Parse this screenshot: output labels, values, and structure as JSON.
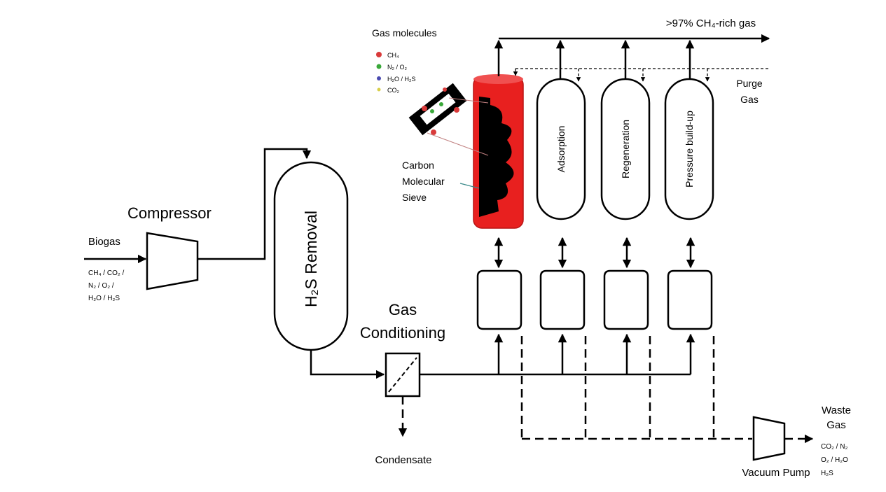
{
  "labels": {
    "biogas": "Biogas",
    "biogas_components": [
      "CH₄ / CO₂ /",
      "N₂ / O₂ /",
      "H₂O / H₂S"
    ],
    "compressor": "Compressor",
    "h2s_removal": "H₂S Removal",
    "gas_conditioning": [
      "Gas",
      "Conditioning"
    ],
    "condensate": "Condensate",
    "product_gas": ">97% CH₄-rich gas",
    "purge_gas": [
      "Purge",
      "Gas"
    ],
    "gas_molecules": "Gas molecules",
    "carbon_molecular_sieve": [
      "Carbon",
      "Molecular",
      "Sieve"
    ],
    "adsorption": "Adsorption",
    "regeneration": "Regeneration",
    "pressure_buildup": "Pressure build-up",
    "vacuum_pump": "Vacuum Pump",
    "waste_gas": [
      "Waste",
      "Gas"
    ],
    "waste_gas_components": [
      "CO₂ / N₂",
      "O₂ / H₂O",
      "H₂S"
    ]
  },
  "legend": [
    {
      "label": "CH₄",
      "color": "#d93a3a"
    },
    {
      "label": "N₂ / O₂",
      "color": "#3aa83a"
    },
    {
      "label": "H₂O / H₂S",
      "color": "#4a4ab0"
    },
    {
      "label": "CO₂",
      "color": "#d8cf4a"
    }
  ],
  "colors": {
    "active_column": "#e8201f",
    "sieve": "#000000",
    "line": "#000000"
  }
}
